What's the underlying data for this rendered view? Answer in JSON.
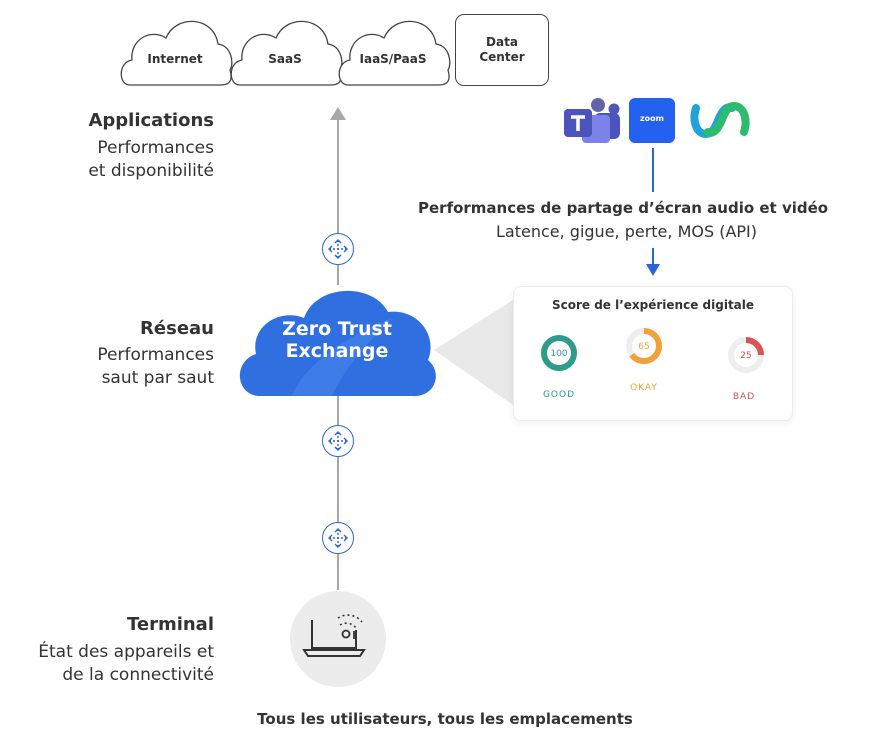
{
  "destinations": {
    "internet": "Internet",
    "saas": "SaaS",
    "iaas": "IaaS/PaaS",
    "datacenter_line1": "Data",
    "datacenter_line2": "Center"
  },
  "applications": {
    "title": "Applications",
    "line1": "Performances",
    "line2": "et disponibilité"
  },
  "network": {
    "title": "Réseau",
    "line1": "Performances",
    "line2": "saut par saut"
  },
  "terminal": {
    "title": "Terminal",
    "line1": "État des appareils et",
    "line2": "de la connectivité"
  },
  "exchange": {
    "line1": "Zero Trust",
    "line2": "Exchange"
  },
  "collab": {
    "zoom_text": "zoom",
    "perf_title": "Performances de partage d’écran audio et vidéo",
    "perf_sub": "Latence, gigue, perte, MOS (API)"
  },
  "score_card": {
    "title": "Score de l’expérience digitale",
    "scores": [
      {
        "value": "100",
        "label": "GOOD",
        "color": "#2e9c8a",
        "fraction": 1.0
      },
      {
        "value": "65",
        "label": "OKAY",
        "color": "#f2a13a",
        "fraction": 0.65
      },
      {
        "value": "25",
        "label": "BAD",
        "color": "#d9534f",
        "fraction": 0.25
      }
    ]
  },
  "footer": "Tous les utilisateurs, tous les emplacements",
  "colors": {
    "accent": "#2a66d6",
    "line": "#a7a7a7",
    "cloud": "#2f6fe0"
  }
}
